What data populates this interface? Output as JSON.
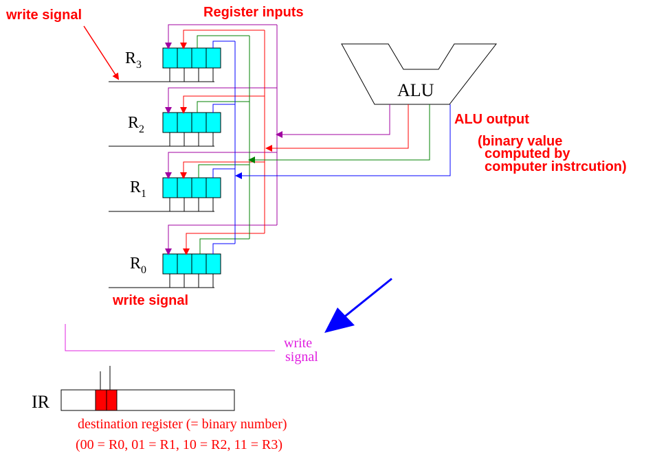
{
  "labels": {
    "write_signal_top": "write signal",
    "register_inputs": "Register inputs",
    "alu": "ALU",
    "alu_output": "ALU output",
    "alu_desc_1": "(binary value",
    "alu_desc_2": "computed by",
    "alu_desc_3": "computer instrcution)",
    "write_signal_bottom": "write signal",
    "write_mag_1": "write",
    "write_mag_2": "signal",
    "ir": "IR",
    "dest_1": "destination register (= binary number)",
    "dest_2": "(00 = R0, 01 = R1, 10 = R2, 11 = R3)"
  },
  "registers": [
    {
      "name": "R",
      "sub": "3"
    },
    {
      "name": "R",
      "sub": "2"
    },
    {
      "name": "R",
      "sub": "1"
    },
    {
      "name": "R",
      "sub": "0"
    }
  ],
  "colors": {
    "red_text": "#ff0000",
    "blue_text": "#0000ff",
    "magenta_text": "#e020e0",
    "register_fill": "#00ffff",
    "ir_bits": "#ff0000",
    "wire_purple": "#a000a0",
    "wire_red": "#ff0000",
    "wire_green": "#008000",
    "wire_blue": "#0000ff"
  }
}
